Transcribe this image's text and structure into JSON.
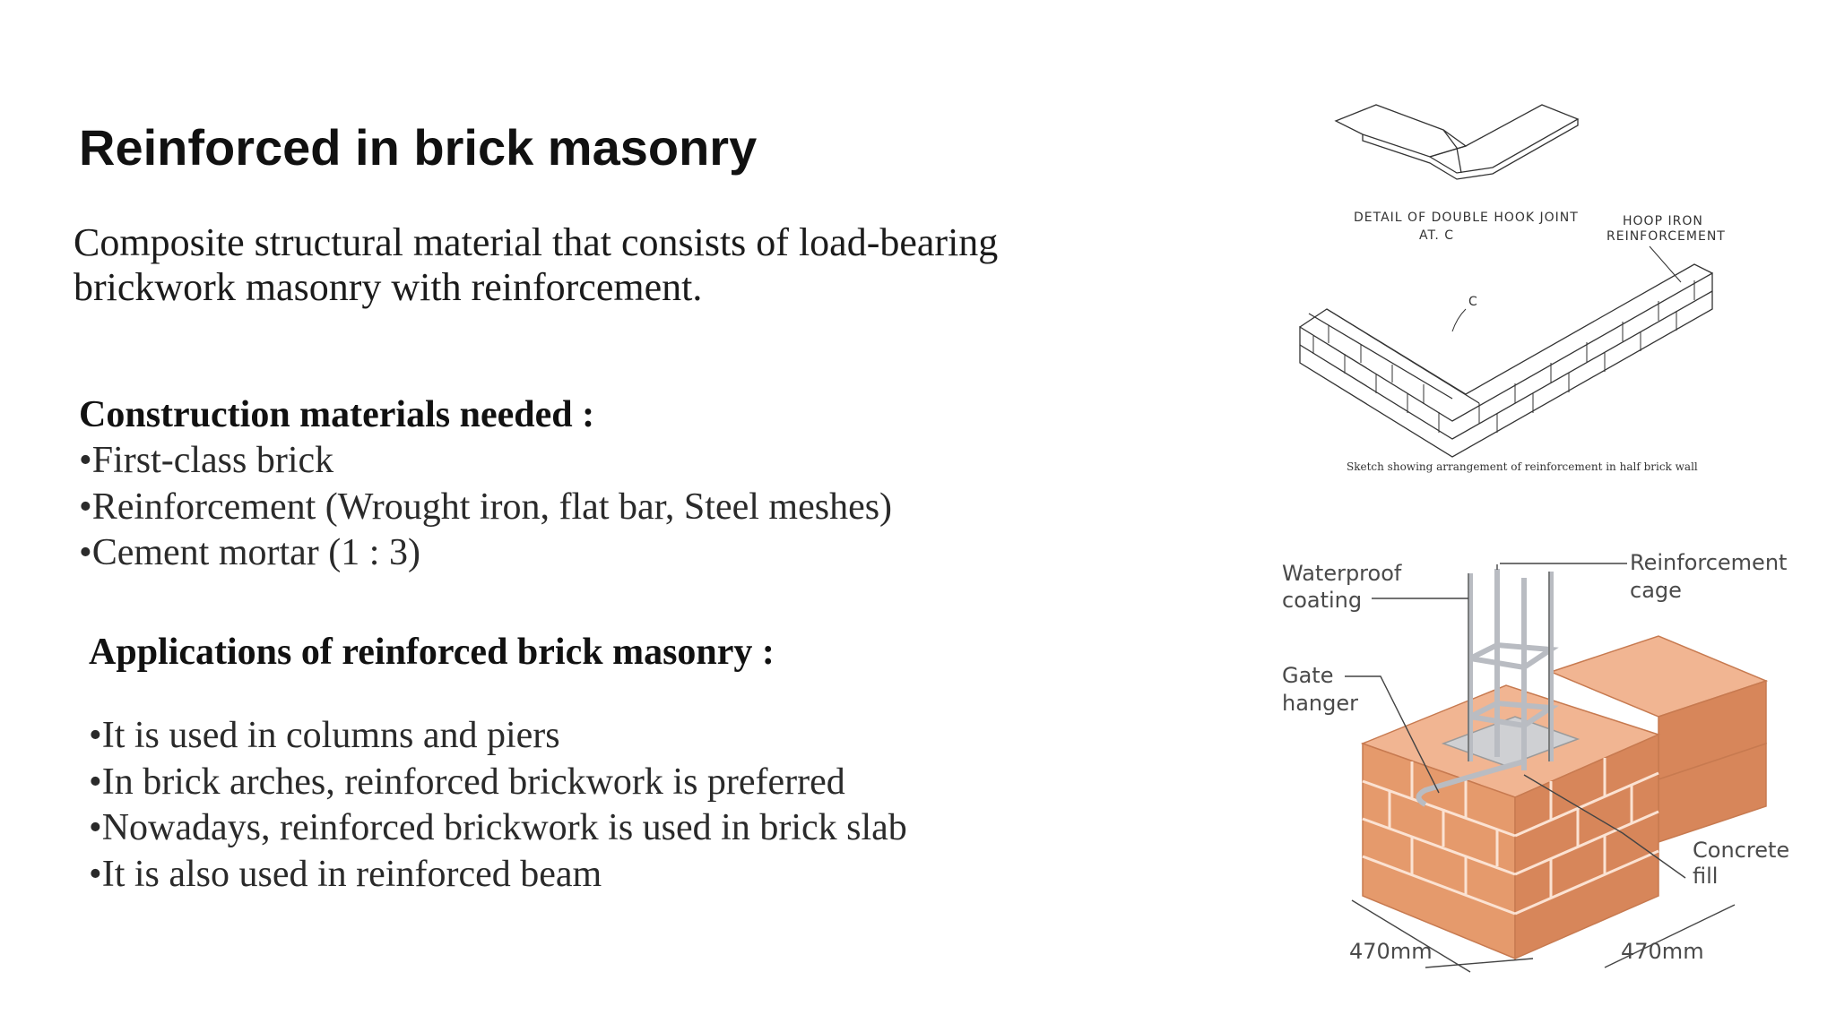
{
  "slide": {
    "title": "Reinforced in brick masonry",
    "intro": "Composite structural material that consists of load-bearing brickwork masonry with reinforcement."
  },
  "materials": {
    "heading": "Construction materials needed :",
    "items": [
      "•First-class brick",
      "•Reinforcement (Wrought iron, flat bar, Steel meshes)",
      "•Cement mortar (1 : 3)"
    ]
  },
  "applications": {
    "heading": "Applications of reinforced brick masonry :",
    "items": [
      "•It is used in columns and piers",
      "•In brick arches, reinforced brickwork is preferred",
      "•Nowadays, reinforced brickwork is used in brick slab",
      "•It is also used in reinforced beam"
    ]
  },
  "figure_top": {
    "detail_label_line1": "DETAIL OF DOUBLE HOOK JOINT",
    "detail_label_line2": "AT. C",
    "hoop_label_line1": "HOOP IRON",
    "hoop_label_line2": "REINFORCEMENT",
    "point_label": "C",
    "caption": "Sketch showing arrangement of reinforcement in half brick wall"
  },
  "figure_bottom": {
    "waterproof_line1": "Waterproof",
    "waterproof_line2": "coating",
    "cage_line1": "Reinforcement",
    "cage_line2": "cage",
    "gate_line1": "Gate",
    "gate_line2": "hanger",
    "concrete_line1": "Concrete",
    "concrete_line2": "fill",
    "dim_left": "470mm",
    "dim_right": "470mm"
  },
  "colors": {
    "brick_top": "#f1b592",
    "brick_front": "#e59a6c",
    "brick_side": "#d7865a",
    "mortar": "#fbe2d2",
    "steel": "#b9bcc2"
  }
}
